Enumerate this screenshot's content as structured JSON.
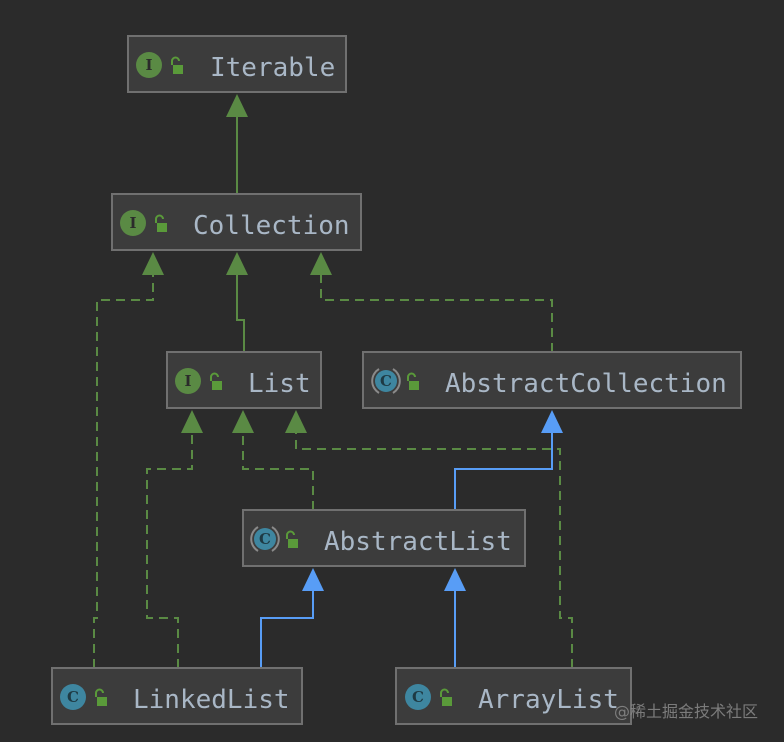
{
  "diagram": {
    "nodes": [
      {
        "id": "iterable",
        "label": "Iterable",
        "kind": "interface",
        "icon_letter": "I"
      },
      {
        "id": "collection",
        "label": "Collection",
        "kind": "interface",
        "icon_letter": "I"
      },
      {
        "id": "list",
        "label": "List",
        "kind": "interface",
        "icon_letter": "I"
      },
      {
        "id": "abstractcollection",
        "label": "AbstractCollection",
        "kind": "abstract-class",
        "icon_letter": "C"
      },
      {
        "id": "abstractlist",
        "label": "AbstractList",
        "kind": "abstract-class",
        "icon_letter": "C"
      },
      {
        "id": "linkedlist",
        "label": "LinkedList",
        "kind": "class",
        "icon_letter": "C"
      },
      {
        "id": "arraylist",
        "label": "ArrayList",
        "kind": "class",
        "icon_letter": "C"
      }
    ],
    "edges": [
      {
        "from": "collection",
        "to": "iterable",
        "type": "extends",
        "style": "solid-green"
      },
      {
        "from": "list",
        "to": "collection",
        "type": "extends",
        "style": "solid-green"
      },
      {
        "from": "linkedlist",
        "to": "collection",
        "type": "implements",
        "style": "dashed-green"
      },
      {
        "from": "abstractcollection",
        "to": "collection",
        "type": "implements",
        "style": "dashed-green"
      },
      {
        "from": "linkedlist",
        "to": "list",
        "type": "implements",
        "style": "dashed-green"
      },
      {
        "from": "abstractlist",
        "to": "list",
        "type": "implements",
        "style": "dashed-green"
      },
      {
        "from": "arraylist",
        "to": "list",
        "type": "implements",
        "style": "dashed-green"
      },
      {
        "from": "abstractlist",
        "to": "abstractcollection",
        "type": "extends",
        "style": "solid-blue"
      },
      {
        "from": "linkedlist",
        "to": "abstractlist",
        "type": "extends",
        "style": "solid-blue"
      },
      {
        "from": "arraylist",
        "to": "abstractlist",
        "type": "extends",
        "style": "solid-blue"
      }
    ],
    "colors": {
      "background": "#2b2b2b",
      "interface": "#5a8a44",
      "class": "#3e86a0",
      "extends_class": "#589df6",
      "text": "#a9b7c6"
    },
    "icons": {
      "visibility": "unlocked-padlock-icon"
    }
  },
  "watermark": "@稀土掘金技术社区"
}
